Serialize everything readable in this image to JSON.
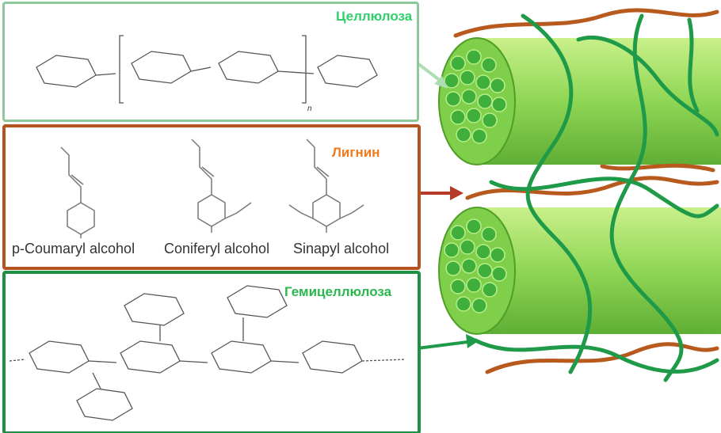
{
  "cellulose": {
    "title": "Целлюлоза",
    "subscript": "n"
  },
  "lignin": {
    "title": "Лигнин",
    "monomers": [
      "p-Coumaryl alcohol",
      "Coniferyl alcohol",
      "Sinapyl alcohol"
    ]
  },
  "hemicellulose": {
    "title": "Гемицеллюлоза"
  },
  "colors": {
    "cellulose": "#8ec79a",
    "lignin": "#b4531d",
    "hemicellulose": "#1f8f43",
    "fibril": "#8fd655"
  }
}
